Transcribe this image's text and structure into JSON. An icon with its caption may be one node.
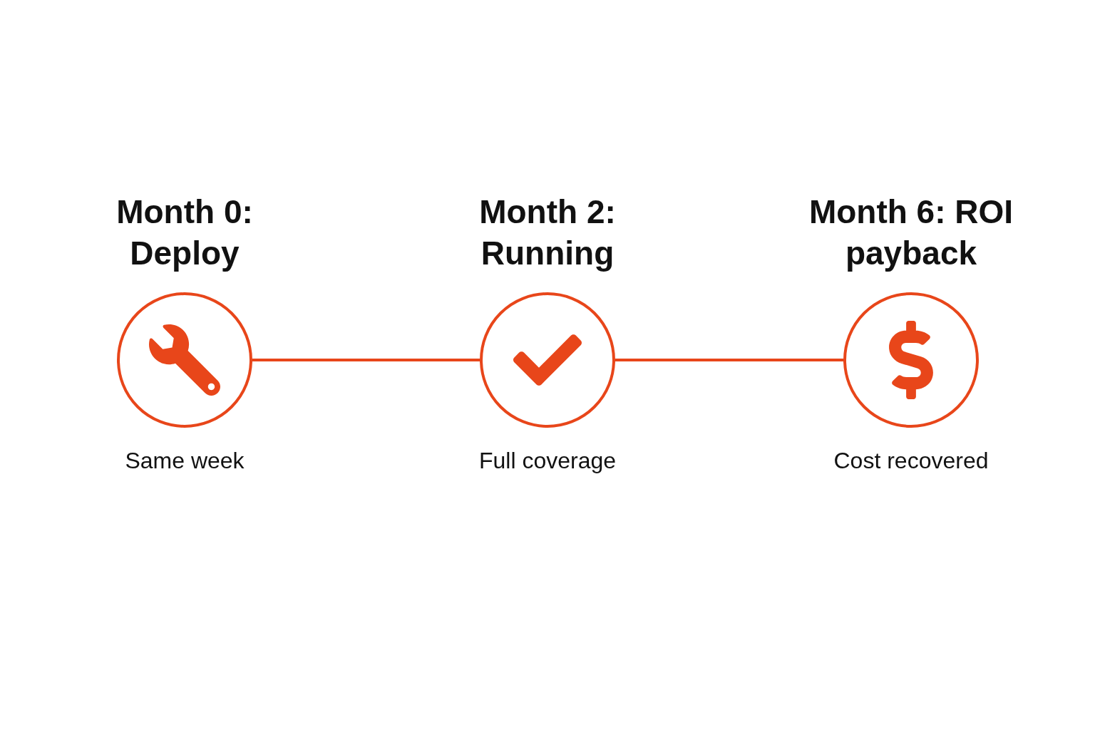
{
  "diagram": {
    "nodes": [
      {
        "text": [
          "Month 0: Deploy"
        ],
        "beside": [
          "Same week"
        ]
      },
      {
        "text": [
          "Month 2: Running"
        ],
        "beside": [
          "Full coverage"
        ]
      },
      {
        "text": [
          "Month 6: ROI payback"
        ],
        "beside": [
          "Cost recovered"
        ]
      }
    ],
    "edges": [
      {
        "from": 0,
        "to": 1,
        "arrow": "none"
      },
      {
        "from": 1,
        "to": 2,
        "arrow": "none"
      }
    ]
  }
}
